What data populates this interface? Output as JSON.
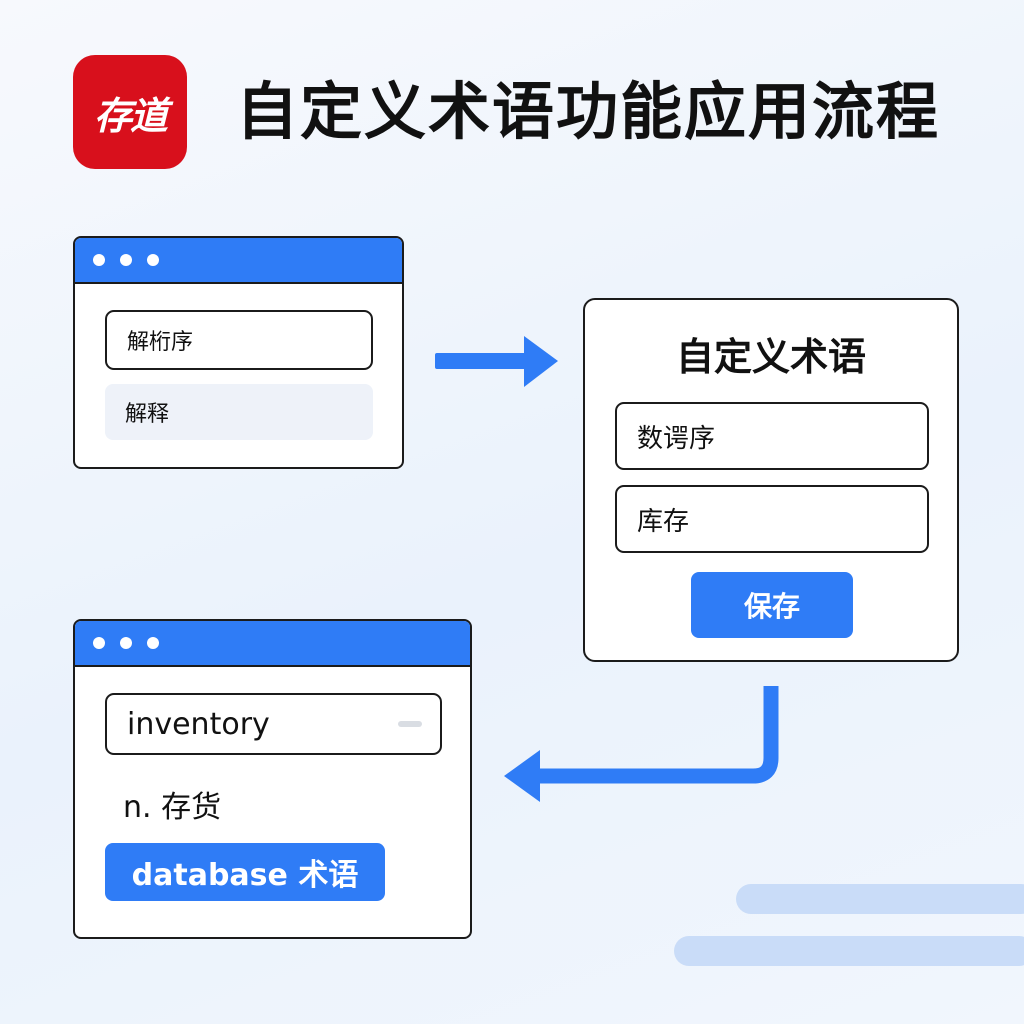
{
  "logo": {
    "text": "存道"
  },
  "title": "自定义术语功能应用流程",
  "window_source": {
    "field_text": "解桁序",
    "result_text": "解释"
  },
  "term_dialog": {
    "heading": "自定义术语",
    "source_field": "数谔序",
    "target_field": "库存",
    "save_label": "保存"
  },
  "window_result": {
    "input_value": "inventory",
    "definition": "n. 存货",
    "tag_label": "database 术语"
  },
  "colors": {
    "accent": "#2f7cf6",
    "logo_red": "#d8101c",
    "arrow": "#2f7cf6"
  }
}
